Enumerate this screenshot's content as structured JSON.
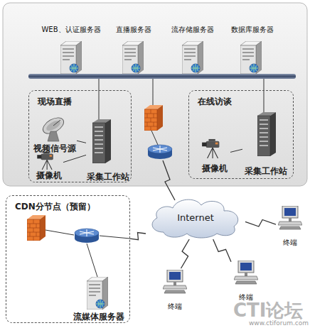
{
  "diagram": {
    "nodes": [
      {
        "text": [
          "WEB、认证服务器"
        ]
      },
      {
        "text": [
          "直播服务器"
        ]
      },
      {
        "text": [
          "流存储服务器"
        ]
      },
      {
        "text": [
          "数据库服务器"
        ]
      },
      {
        "text": [
          "现场直播"
        ]
      },
      {
        "text": [
          "视频信号源"
        ],
        "in": 4
      },
      {
        "text": [
          "摄像机"
        ],
        "in": 4
      },
      {
        "text": [
          "采集工作站"
        ],
        "in": 4
      },
      {
        "text": [
          "在线访谈"
        ]
      },
      {
        "text": [
          "摄像机"
        ],
        "in": 8
      },
      {
        "text": [
          "采集工作站"
        ],
        "in": 8
      },
      {
        "text": [
          "Internet"
        ]
      },
      {
        "text": [
          "CDN分节点（预留）"
        ]
      },
      {
        "text": [
          "流媒体服务器"
        ],
        "in": 12
      },
      {
        "text": [
          "终端"
        ]
      },
      {
        "text": [
          "终端"
        ]
      },
      {
        "text": [
          "终端"
        ]
      }
    ],
    "edges": [
      {
        "from": 5,
        "to": 7,
        "arrow": "none"
      },
      {
        "from": 6,
        "to": 7,
        "arrow": "none"
      },
      {
        "from": 9,
        "to": 10,
        "arrow": "none"
      },
      {
        "from": 11,
        "to": 12,
        "arrow": "none"
      },
      {
        "from": 11,
        "to": 14,
        "arrow": "none"
      },
      {
        "from": 11,
        "to": 15,
        "arrow": "none"
      },
      {
        "from": 11,
        "to": 16,
        "arrow": "none"
      }
    ],
    "labels": [
      "CTI论坛",
      "www.ctiforum.com"
    ]
  }
}
